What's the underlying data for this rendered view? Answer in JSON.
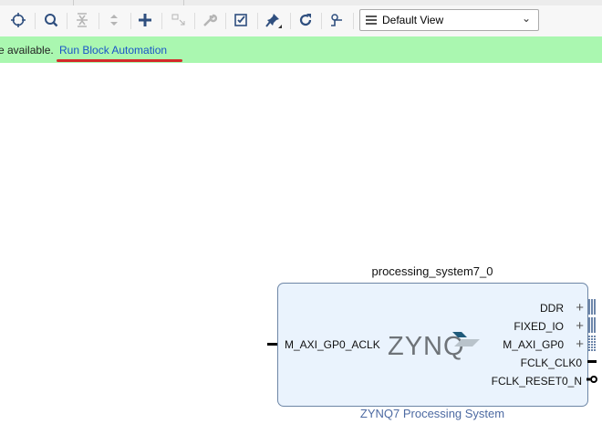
{
  "toolbar": {
    "icons": [
      "crosshair-icon",
      "zoom-icon",
      "collapse-icon",
      "expand-icon",
      "add-icon",
      "regenerate-icon",
      "wrench-icon",
      "validate-icon",
      "pin-icon",
      "refresh-icon",
      "optimize-icon"
    ],
    "view_select": "Default View"
  },
  "banner": {
    "message": "e available.",
    "link": "Run Block Automation"
  },
  "block": {
    "instance_name": "processing_system7_0",
    "ip_name": "ZYNQ7 Processing System",
    "logo_text": "ZYNQ",
    "input_ports": [
      "M_AXI_GP0_ACLK"
    ],
    "output_ports": [
      "DDR",
      "FIXED_IO",
      "M_AXI_GP0",
      "FCLK_CLK0",
      "FCLK_RESET0_N"
    ]
  },
  "colors": {
    "banner": "#aaf7b0",
    "link": "#1a55c8",
    "block_fill": "#eaf3fd",
    "block_border": "#6d86a6"
  }
}
